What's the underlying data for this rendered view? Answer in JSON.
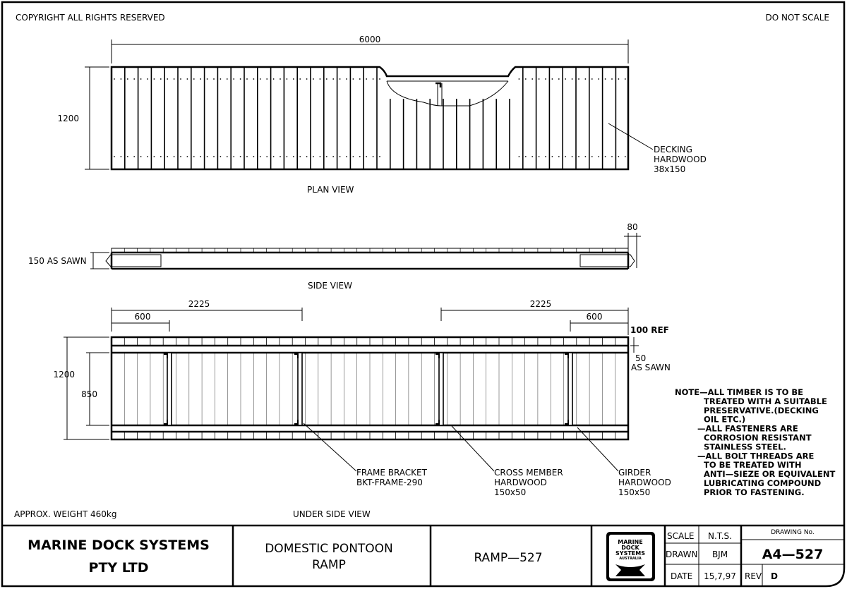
{
  "header": {
    "copyright": "COPYRIGHT ALL RIGHTS RESERVED",
    "scale_note": "DO NOT SCALE"
  },
  "plan_view": {
    "title": "PLAN VIEW",
    "length_dim": "6000",
    "width_dim": "1200",
    "callout": [
      "DECKING",
      "HARDWOOD",
      "38x150"
    ]
  },
  "side_view": {
    "title": "SIDE VIEW",
    "height_dim": "150 AS SAWN",
    "end_dim": "80"
  },
  "under_side_view": {
    "title": "UNDER SIDE VIEW",
    "dim_2225_left": "2225",
    "dim_600_left": "600",
    "dim_2225_right": "2225",
    "dim_600_right": "600",
    "width_dim": "1200",
    "inner_dim": "850",
    "ref_dim": "100 REF",
    "sawn_dim": [
      "50",
      "AS SAWN"
    ],
    "callouts": {
      "frame_bracket": [
        "FRAME BRACKET",
        "BKT-FRAME-290"
      ],
      "cross_member": [
        "CROSS MEMBER",
        "HARDWOOD",
        "150x50"
      ],
      "girder": [
        "GIRDER",
        "HARDWOOD",
        "150x50"
      ]
    }
  },
  "weight": "APPROX. WEIGHT 460kg",
  "notes": [
    "NOTE—ALL TIMBER IS TO BE",
    "TREATED WITH A SUITABLE",
    "PRESERVATIVE.(DECKING",
    "OIL ETC.)",
    "—ALL FASTENERS ARE",
    "CORROSION RESISTANT",
    "STAINLESS STEEL.",
    "—ALL BOLT THREADS ARE",
    "TO BE TREATED WITH",
    "ANTI—SIEZE OR EQUIVALENT",
    "LUBRICATING COMPOUND",
    "PRIOR TO FASTENING."
  ],
  "title_block": {
    "company": [
      "MARINE DOCK SYSTEMS",
      "PTY LTD"
    ],
    "description": [
      "DOMESTIC PONTOON",
      "RAMP"
    ],
    "part": "RAMP—527",
    "logo": [
      "MARINE",
      "DOCK",
      "SYSTEMS",
      "AUSTRALIA"
    ],
    "scale_label": "SCALE",
    "scale_value": "N.T.S.",
    "drawn_label": "DRAWN",
    "drawn_value": "BJM",
    "date_label": "DATE",
    "date_value": "15,7,97",
    "drawing_no_label": "DRAWING No.",
    "drawing_no": "A4—527",
    "rev_label": "REV",
    "rev_value": "D"
  }
}
